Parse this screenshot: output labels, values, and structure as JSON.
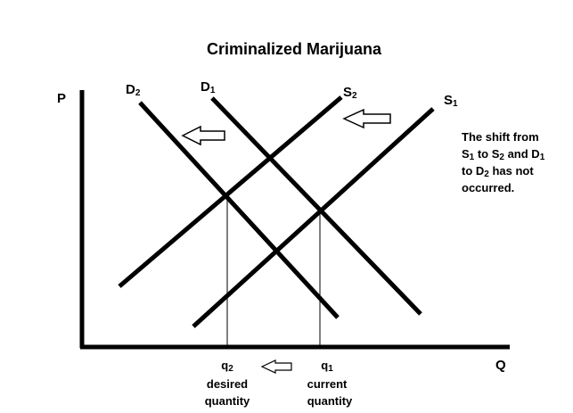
{
  "title": "Criminalized Marijuana",
  "axes": {
    "y_label": "P",
    "x_label": "Q"
  },
  "curves": {
    "d2": {
      "letter": "D",
      "subscript": "2"
    },
    "d1": {
      "letter": "D",
      "subscript": "1"
    },
    "s2": {
      "letter": "S",
      "subscript": "2"
    },
    "s1": {
      "letter": "S",
      "subscript": "1"
    }
  },
  "quantities": {
    "q2": {
      "letter": "q",
      "subscript": "2",
      "caption_line1": "desired",
      "caption_line2": "quantity"
    },
    "q1": {
      "letter": "q",
      "subscript": "1",
      "caption_line1": "current",
      "caption_line2": "quantity"
    }
  },
  "note": {
    "line1": "The shift from",
    "line2_a": "S",
    "line2_a_sub": "1",
    "line2_b": " to S",
    "line2_b_sub": "2",
    "line2_c": " and D",
    "line2_c_sub": "1",
    "line3_a": "to D",
    "line3_a_sub": "2",
    "line3_b": " has not",
    "line4": "occurred."
  },
  "icons": [
    "left-arrow-icon"
  ],
  "colors": {
    "ink": "#000000",
    "background": "#ffffff"
  }
}
